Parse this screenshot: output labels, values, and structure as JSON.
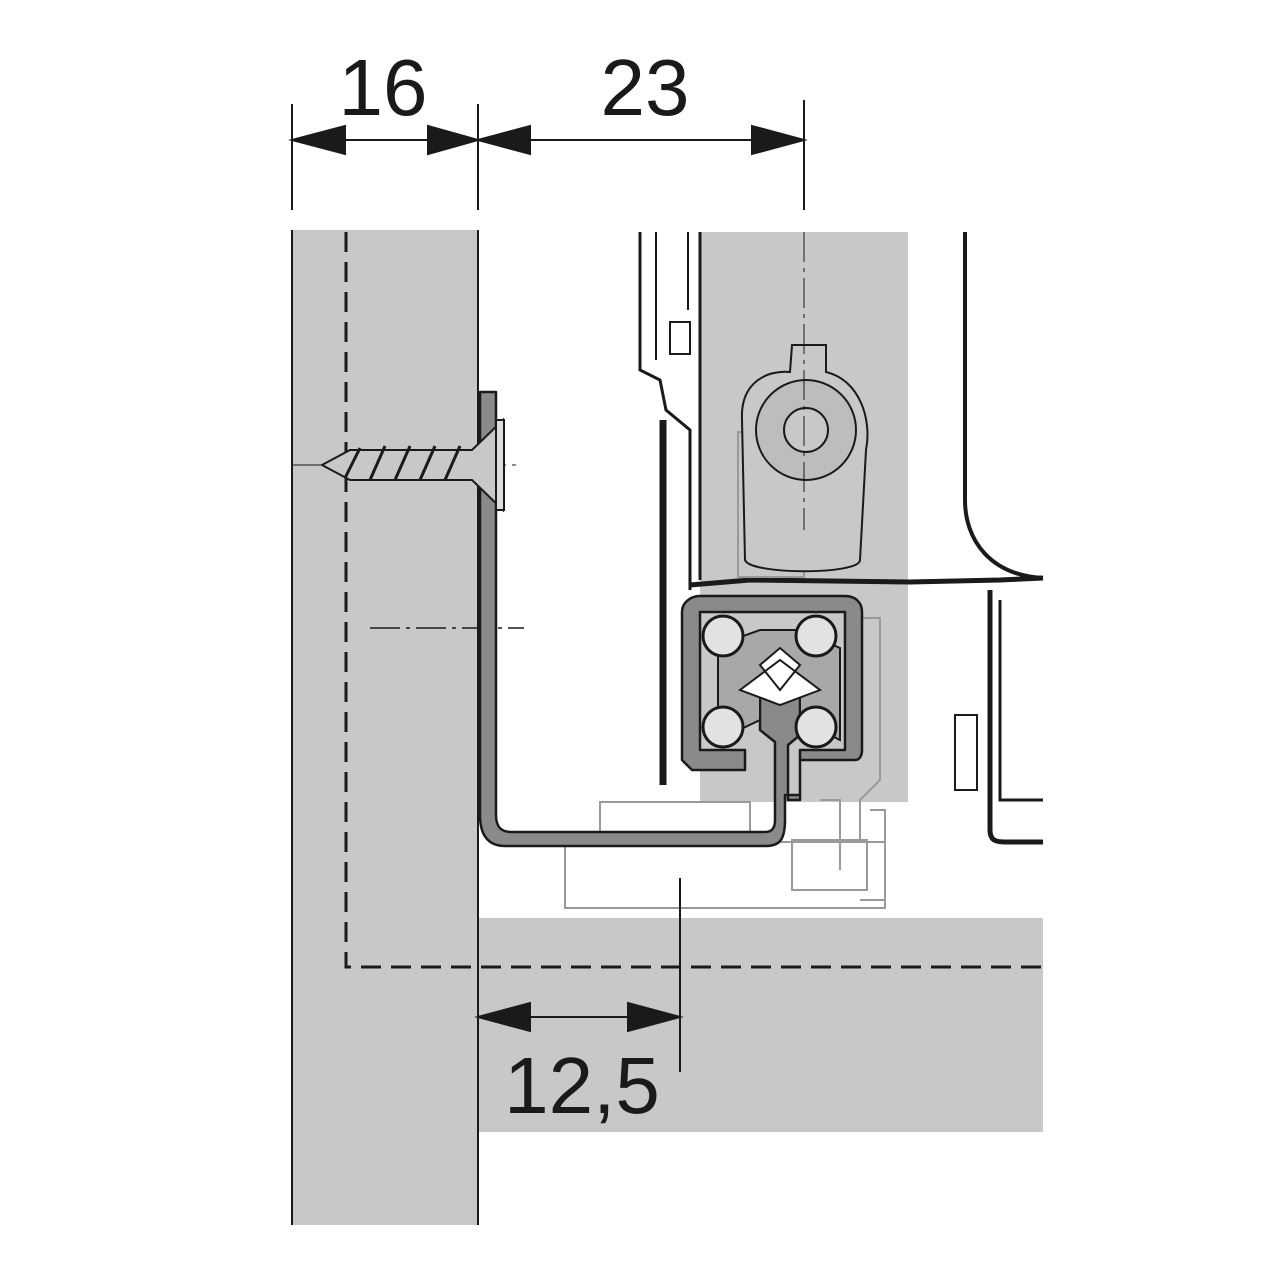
{
  "dimensions": {
    "panel_thickness": "16",
    "rail_offset": "23",
    "bottom_offset": "12,5"
  },
  "colors": {
    "panel": "#c8c8c8",
    "rail": "#8a8a8a",
    "line": "#1a1a1a",
    "hidden": "#9a9a9a"
  }
}
